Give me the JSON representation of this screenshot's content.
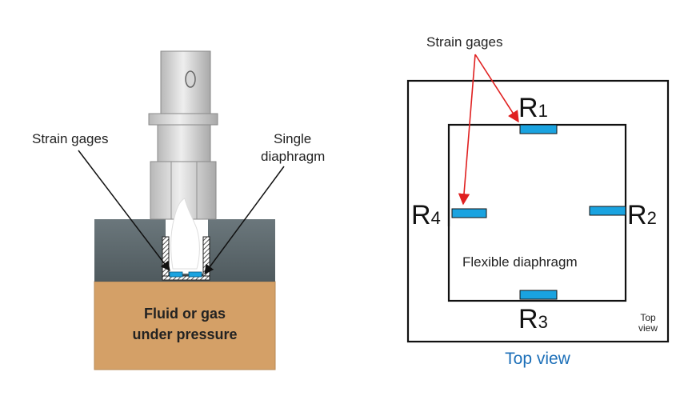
{
  "left_figure": {
    "label_strain_gages": "Strain gages",
    "label_single": "Single",
    "label_diaphragm": "diaphragm",
    "fluid_line1": "Fluid or gas",
    "fluid_line2": "under pressure"
  },
  "right_figure": {
    "label_strain_gages": "Strain gages",
    "r1": "R",
    "r1_sub": "1",
    "r2": "R",
    "r2_sub": "2",
    "r3": "R",
    "r3_sub": "3",
    "r4": "R",
    "r4_sub": "4",
    "center_label": "Flexible diaphragm",
    "corner_top": "Top",
    "corner_view": "view",
    "caption": "Top view"
  },
  "colors": {
    "gage_blue": "#1aa3e0",
    "arrow_red": "#e02020",
    "caption_blue": "#1c6fb8",
    "fluid_tan": "#d4a067",
    "housing_gray": "#5f6b70",
    "metal_light": "#d9d9d9"
  }
}
